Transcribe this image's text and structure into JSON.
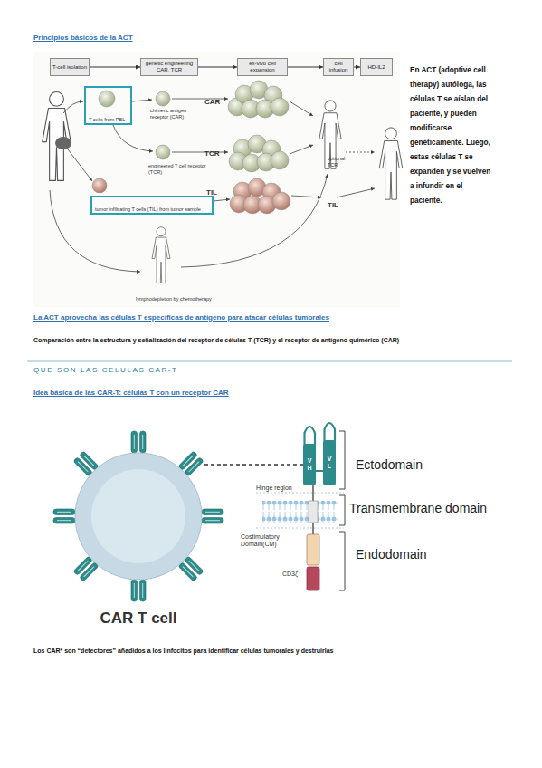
{
  "diagram": {
    "title": "Principios básicos de la ACT",
    "nodes": [
      {
        "text": [
          "T-cell isolation"
        ]
      },
      {
        "text": [
          "genetic engineering CAR, TCR"
        ]
      },
      {
        "text": [
          "ex-vivo cell expansion"
        ]
      },
      {
        "text": [
          "cell infusion"
        ]
      },
      {
        "text": [
          "HD-IL2"
        ]
      },
      {
        "text": [
          "T cells from PBL"
        ]
      },
      {
        "text": [
          "tumor infiltrating T cells (TIL) from tumor sample"
        ]
      },
      {
        "text": [
          "CAR T cell"
        ]
      },
      {
        "text": [
          "V H"
        ]
      },
      {
        "text": [
          "V L"
        ]
      }
    ],
    "edges": [
      {
        "from": 0,
        "to": 1,
        "arrow": "to"
      },
      {
        "from": 1,
        "to": 2,
        "arrow": "to"
      },
      {
        "from": 2,
        "to": 3,
        "arrow": "to"
      },
      {
        "from": 3,
        "to": 4,
        "arrow": "to"
      },
      {
        "from": 7,
        "to": 8,
        "arrow": "none"
      }
    ],
    "labels": [
      "CAR",
      "TCR",
      "TIL",
      "chimeric antigen receptor (CAR)",
      "engineered T cell receptor (TCR)",
      "optional TCR",
      "TIL",
      "lymphodepletion by chemotherapy",
      "En ACT (adoptive cell therapy) autóloga, las células T se aíslan del paciente, y pueden modificarse genéticamente. Luego, estas células T se expanden y se vuelven a infundir en el paciente.",
      "La ACT aprovecha las células T específicas de antígeno para atacar células tumorales",
      "Comparación entre la estructura y señalización del receptor de células T (TCR) y el receptor de antígeno quimérico (CAR)",
      "QUE SON LAS CELULAS CAR-T",
      "Idea básica de las CAR-T: células T con un receptor CAR",
      "Hinge region",
      "Costimulatory Domain(CM)",
      "CD3ζ",
      "Ectodomain",
      "Transmembrane domain",
      "Endodomain",
      "Los CAR* son “detectores” añadidos a los linfocitos para identificar células tumorales y destruirlas"
    ]
  }
}
